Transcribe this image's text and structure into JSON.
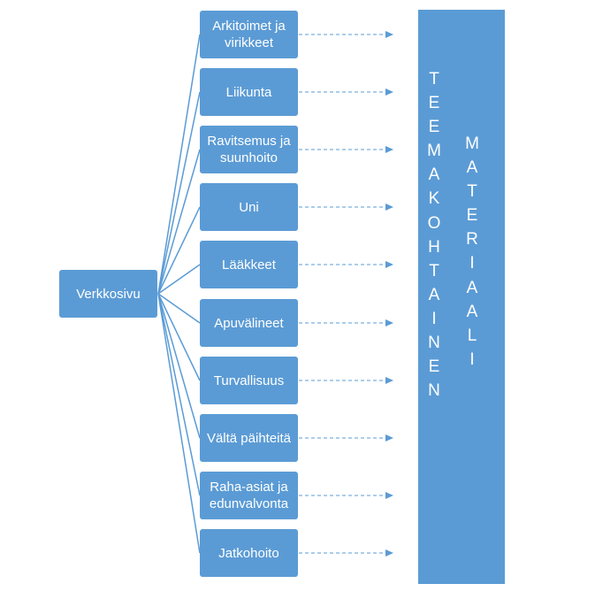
{
  "diagram": {
    "root_label": "Verkkosivu",
    "topics": [
      "Arkitoimet ja virikkeet",
      "Liikunta",
      "Ravitsemus ja suunhoito",
      "Uni",
      "Lääkkeet",
      "Apuvälineet",
      "Turvallisuus",
      "Vältä päihteitä",
      "Raha-asiat ja edunvalvonta",
      "Jatkohoito"
    ],
    "panel_words": [
      "TEEMAKOHTAINEN",
      "MATERIAALI"
    ],
    "colors": {
      "box_fill": "#5b9bd5",
      "text": "#ffffff",
      "connector": "#5b9bd5"
    }
  }
}
